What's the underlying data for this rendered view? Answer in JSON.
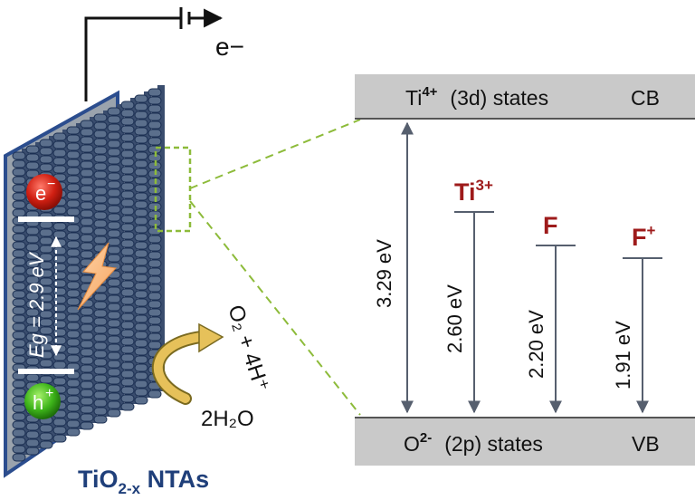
{
  "electron_label": "e−",
  "hole_label": "h",
  "hole_charge": "+",
  "electron_ball": "e",
  "electron_ball_charge": "−",
  "gap_label": "Eg = 2.9 eV",
  "reaction_product": "O₂ + 4H⁺",
  "reaction_reactant": "2H₂O",
  "material_main": "TiO",
  "material_sub": "2-x",
  "material_suffix": " NTAs",
  "cb": {
    "species": "Ti",
    "charge": "4+",
    "orbital": "(3d) states",
    "tag": "CB"
  },
  "vb": {
    "species": "O",
    "charge": "2-",
    "orbital": "(2p) states",
    "tag": "VB"
  },
  "main_gap": "3.29 eV",
  "levels": [
    {
      "name": "Ti",
      "charge": "3+",
      "energy": "2.60 eV"
    },
    {
      "name": "F",
      "charge": "",
      "energy": "2.20 eV"
    },
    {
      "name": "F",
      "charge": "+",
      "energy": "1.91 eV"
    }
  ],
  "colors": {
    "band": "#c9c9c9",
    "tube": "#5b6f8c",
    "tube_edge": "#1b2f52",
    "plate": "#9aa3ad",
    "plate_edge": "#2b4d8e",
    "label_red": "#9e1b1b",
    "label_blue": "#1f3f7a",
    "highlight": "#8dbb3a",
    "arrow": "#565f6e",
    "curve_arrow": "#e6c15a"
  },
  "icons": [
    "battery-icon",
    "lightning-bolt-icon",
    "electron-ball-icon",
    "hole-ball-icon",
    "curved-arrow-icon"
  ]
}
